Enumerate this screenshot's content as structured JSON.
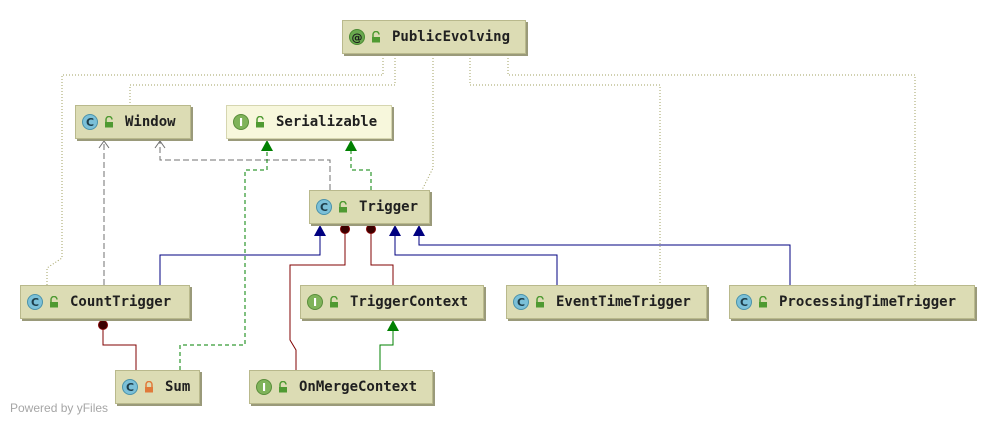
{
  "diagram": {
    "nodes": {
      "public_evolving": {
        "label": "PublicEvolving",
        "kind": "annotation",
        "badge": "@",
        "access": "public"
      },
      "window": {
        "label": "Window",
        "kind": "class",
        "badge": "C",
        "access": "public"
      },
      "serializable": {
        "label": "Serializable",
        "kind": "interface",
        "badge": "I",
        "access": "public"
      },
      "trigger": {
        "label": "Trigger",
        "kind": "class",
        "badge": "C",
        "access": "public"
      },
      "count_trigger": {
        "label": "CountTrigger",
        "kind": "class",
        "badge": "C",
        "access": "public"
      },
      "trigger_context": {
        "label": "TriggerContext",
        "kind": "interface",
        "badge": "I",
        "access": "public"
      },
      "event_time_trigger": {
        "label": "EventTimeTrigger",
        "kind": "class",
        "badge": "C",
        "access": "public"
      },
      "processing_time_trigger": {
        "label": "ProcessingTimeTrigger",
        "kind": "class",
        "badge": "C",
        "access": "public"
      },
      "sum": {
        "label": "Sum",
        "kind": "class",
        "badge": "C",
        "access": "private"
      },
      "on_merge_context": {
        "label": "OnMergeContext",
        "kind": "interface",
        "badge": "I",
        "access": "public"
      }
    },
    "colors": {
      "extends": "#000080",
      "implements": "#008000",
      "inner": "#800000",
      "annotation": "#a0a060",
      "dependency": "#707070",
      "public_lock": "#4f9a32",
      "private_lock": "#e07a3a"
    },
    "footer": "Powered by yFiles"
  }
}
